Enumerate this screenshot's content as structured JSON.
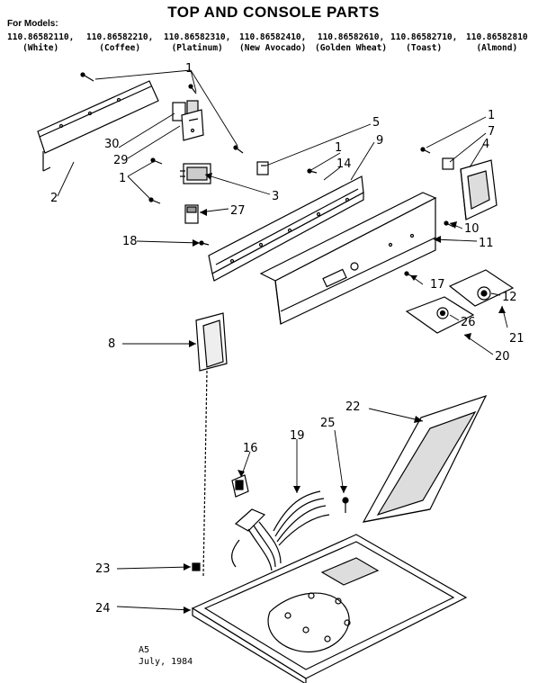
{
  "header": {
    "title": "TOP AND CONSOLE PARTS",
    "for_models_label": "For Models:"
  },
  "models": [
    {
      "number": "110.86582110,",
      "color": "(White)"
    },
    {
      "number": "110.86582210,",
      "color": "(Coffee)"
    },
    {
      "number": "110.86582310,",
      "color": "(Platinum)"
    },
    {
      "number": "110.86582410,",
      "color": "(New Avocado)"
    },
    {
      "number": "110.86582610,",
      "color": "(Golden Wheat)"
    },
    {
      "number": "110.86582710,",
      "color": "(Toast)"
    },
    {
      "number": "110.86582810",
      "color": "(Almond)"
    }
  ],
  "callouts": {
    "c1a": "1",
    "c1b": "1",
    "c1c": "1",
    "c1d": "1",
    "c2": "2",
    "c3": "3",
    "c4": "4",
    "c5": "5",
    "c7": "7",
    "c8": "8",
    "c9": "9",
    "c10": "10",
    "c11": "11",
    "c12": "12",
    "c14": "14",
    "c16": "16",
    "c17": "17",
    "c18": "18",
    "c19": "19",
    "c20": "20",
    "c21": "21",
    "c22": "22",
    "c23": "23",
    "c24": "24",
    "c25": "25",
    "c26": "26",
    "c27": "27",
    "c29": "29",
    "c30": "30"
  },
  "footer": {
    "code": "A5",
    "date": "July, 1984"
  }
}
